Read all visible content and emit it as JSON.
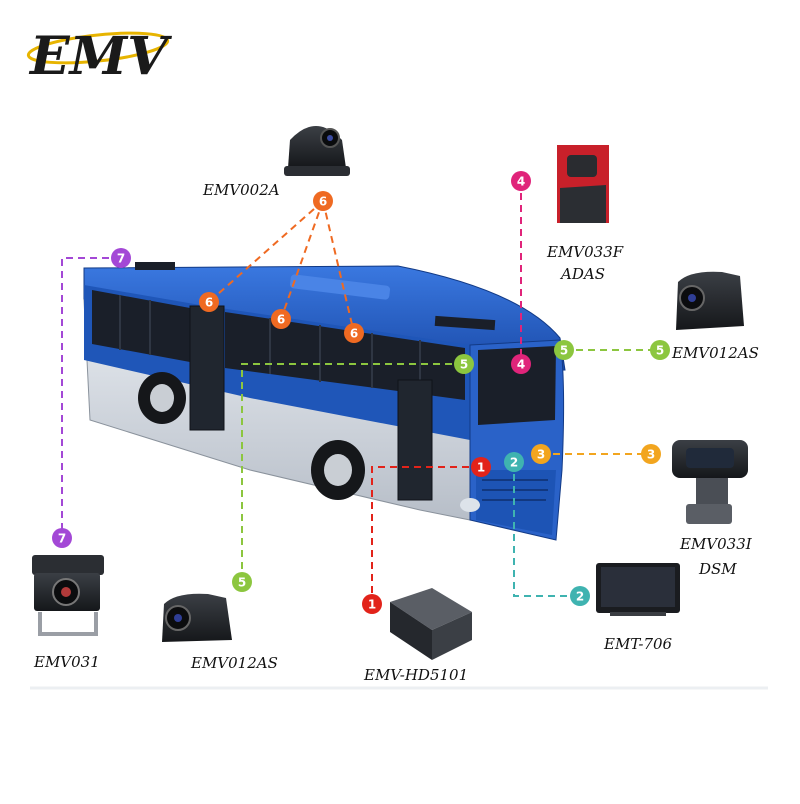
{
  "logo": {
    "text": "EMV"
  },
  "colors": {
    "c1": "#e2231a",
    "c2": "#3fb3b0",
    "c3": "#f2a51f",
    "c4": "#e0247a",
    "c5": "#8cc63f",
    "c6": "#ef6a22",
    "c7": "#a348d6",
    "bus_blue": "#1f56b8"
  },
  "devices": {
    "emv002a": "EMV002A",
    "emv033f": "EMV033F",
    "adas": "ADAS",
    "emv012as_right": "EMV012AS",
    "emv033i": "EMV033I",
    "dsm": "DSM",
    "emt706": "EMT-706",
    "hd5101": "EMV-HD5101",
    "emv012as_left": "EMV012AS",
    "emv031": "EMV031"
  },
  "badges": {
    "b1": "1",
    "b2": "2",
    "b3": "3",
    "b4": "4",
    "b5": "5",
    "b6": "6",
    "b7": "7"
  }
}
